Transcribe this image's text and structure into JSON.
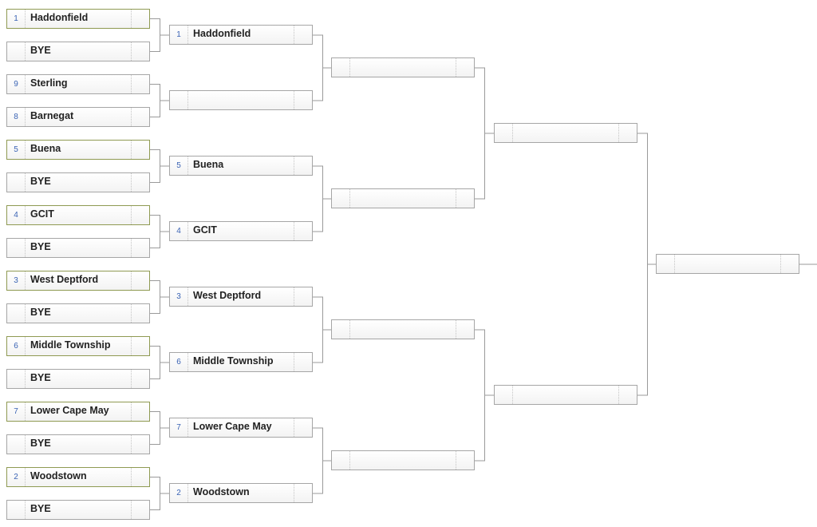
{
  "colors": {
    "seed": "#3a63b4",
    "winner_border": "#8f9a52",
    "border": "#a6a6a6",
    "connector": "#9a9a9a"
  },
  "rounds": [
    [
      {
        "seed": "1",
        "team": "Haddonfield",
        "winner": true
      },
      {
        "seed": "",
        "team": "BYE",
        "winner": false
      },
      {
        "seed": "9",
        "team": "Sterling",
        "winner": false
      },
      {
        "seed": "8",
        "team": "Barnegat",
        "winner": false
      },
      {
        "seed": "5",
        "team": "Buena",
        "winner": true
      },
      {
        "seed": "",
        "team": "BYE",
        "winner": false
      },
      {
        "seed": "4",
        "team": "GCIT",
        "winner": true
      },
      {
        "seed": "",
        "team": "BYE",
        "winner": false
      },
      {
        "seed": "3",
        "team": "West Deptford",
        "winner": true
      },
      {
        "seed": "",
        "team": "BYE",
        "winner": false
      },
      {
        "seed": "6",
        "team": "Middle Township",
        "winner": true
      },
      {
        "seed": "",
        "team": "BYE",
        "winner": false
      },
      {
        "seed": "7",
        "team": "Lower Cape May",
        "winner": true
      },
      {
        "seed": "",
        "team": "BYE",
        "winner": false
      },
      {
        "seed": "2",
        "team": "Woodstown",
        "winner": true
      },
      {
        "seed": "",
        "team": "BYE",
        "winner": false
      }
    ],
    [
      {
        "seed": "1",
        "team": "Haddonfield"
      },
      {
        "seed": "",
        "team": ""
      },
      {
        "seed": "5",
        "team": "Buena"
      },
      {
        "seed": "4",
        "team": "GCIT"
      },
      {
        "seed": "3",
        "team": "West Deptford"
      },
      {
        "seed": "6",
        "team": "Middle Township"
      },
      {
        "seed": "7",
        "team": "Lower Cape May"
      },
      {
        "seed": "2",
        "team": "Woodstown"
      }
    ],
    [
      {
        "seed": "",
        "team": ""
      },
      {
        "seed": "",
        "team": ""
      },
      {
        "seed": "",
        "team": ""
      },
      {
        "seed": "",
        "team": ""
      }
    ],
    [
      {
        "seed": "",
        "team": ""
      },
      {
        "seed": "",
        "team": ""
      }
    ],
    [
      {
        "seed": "",
        "team": ""
      }
    ]
  ]
}
